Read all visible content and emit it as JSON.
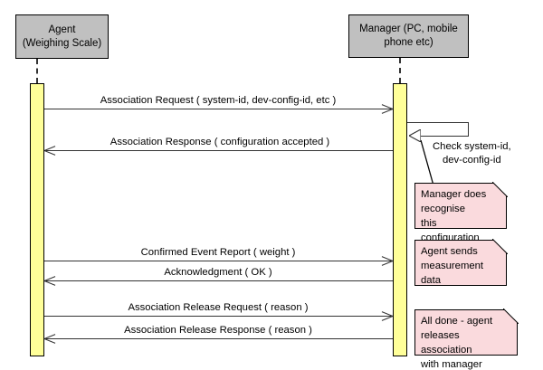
{
  "diagram": {
    "type": "uml-sequence-diagram",
    "participants": [
      {
        "id": "agent",
        "label": "Agent\n(Weighing Scale)",
        "label_line1": "Agent",
        "label_line2": "(Weighing Scale)"
      },
      {
        "id": "manager",
        "label": "Manager (PC, mobile\nphone etc)",
        "label_line1": "Manager (PC, mobile",
        "label_line2": "phone etc)"
      }
    ],
    "messages": [
      {
        "index": 0,
        "label": "Association Request ( system-id, dev-config-id, etc )",
        "from": "agent",
        "to": "manager",
        "direction": "right"
      },
      {
        "index": 1,
        "label": "Association Response ( configuration accepted )",
        "from": "manager",
        "to": "agent",
        "direction": "left"
      },
      {
        "index": 2,
        "label": "Confirmed Event Report ( weight )",
        "from": "agent",
        "to": "manager",
        "direction": "right"
      },
      {
        "index": 3,
        "label": "Acknowledgment ( OK )",
        "from": "manager",
        "to": "agent",
        "direction": "left"
      },
      {
        "index": 4,
        "label": "Association Release Request ( reason )",
        "from": "agent",
        "to": "manager",
        "direction": "right"
      },
      {
        "index": 5,
        "label": "Association Release Response ( reason )",
        "from": "manager",
        "to": "agent",
        "direction": "left"
      }
    ],
    "self_message": {
      "owner": "manager",
      "label": "Check system-id,\ndev-config-id",
      "label_line1": "Check system-id,",
      "label_line2": "dev-config-id"
    },
    "notes": [
      {
        "index": 0,
        "text": "Manager does\nrecognise\nthis configuration"
      },
      {
        "index": 1,
        "text": "Agent sends\nmeasurement\ndata"
      },
      {
        "index": 2,
        "text": "All done - agent\nreleases association\nwith manager"
      }
    ],
    "colors": {
      "participant_fill": "#c0c0c0",
      "activation_fill": "#ffff99",
      "note_fill": "#fadadd",
      "line": "#333333",
      "background": "#ffffff"
    }
  }
}
